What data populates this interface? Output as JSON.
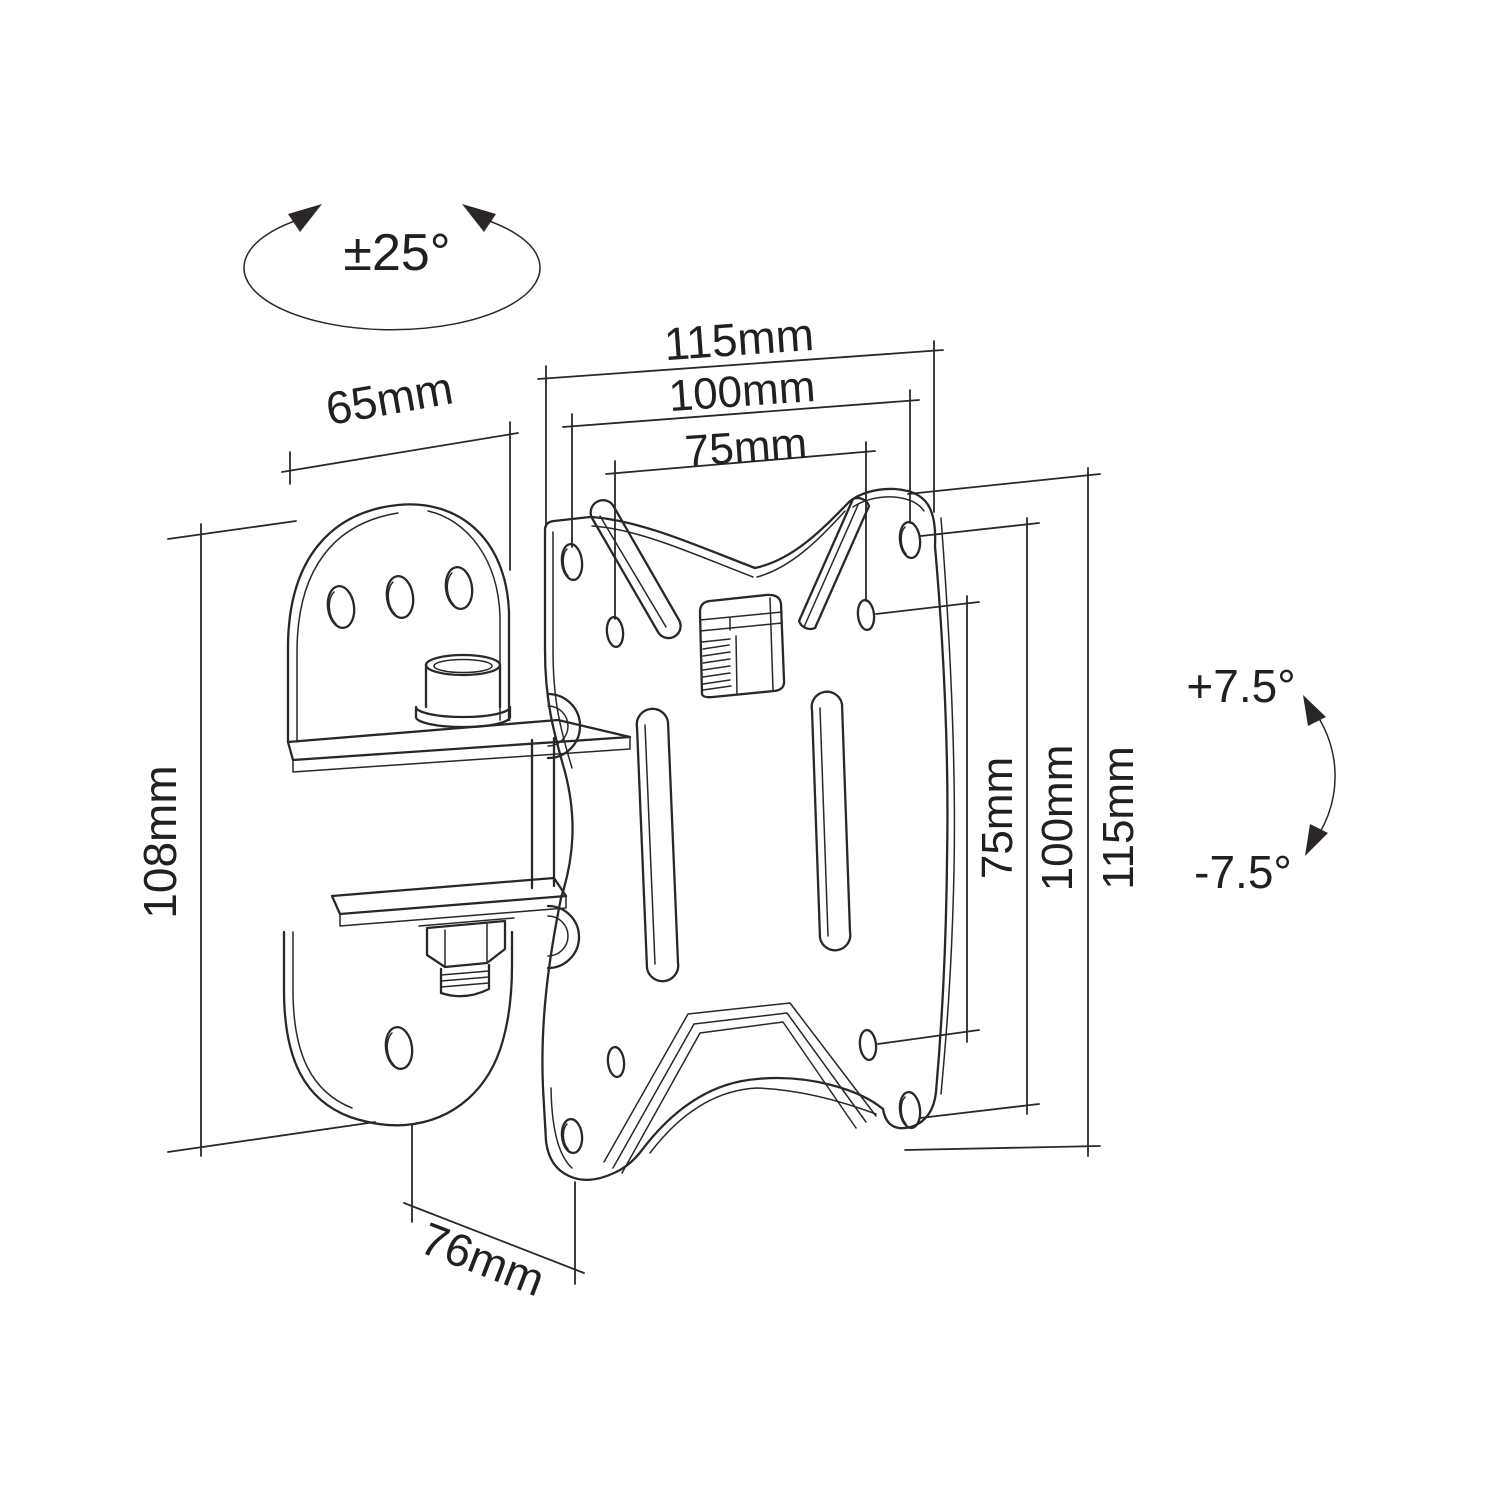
{
  "colors": {
    "line": "#2b2728",
    "text": "#231f20",
    "background": "#ffffff"
  },
  "labels": {
    "swivel_range": "±25°",
    "wall_bracket_width": "65mm",
    "vesa_width_outer": "115mm",
    "vesa_width_mid": "100mm",
    "vesa_width_inner": "75mm",
    "wall_plate_height": "108mm",
    "mount_depth": "76mm",
    "vesa_height_inner": "75mm",
    "vesa_height_mid": "100mm",
    "vesa_height_outer": "115mm",
    "tilt_up": "+7.5°",
    "tilt_down": "-7.5°"
  }
}
